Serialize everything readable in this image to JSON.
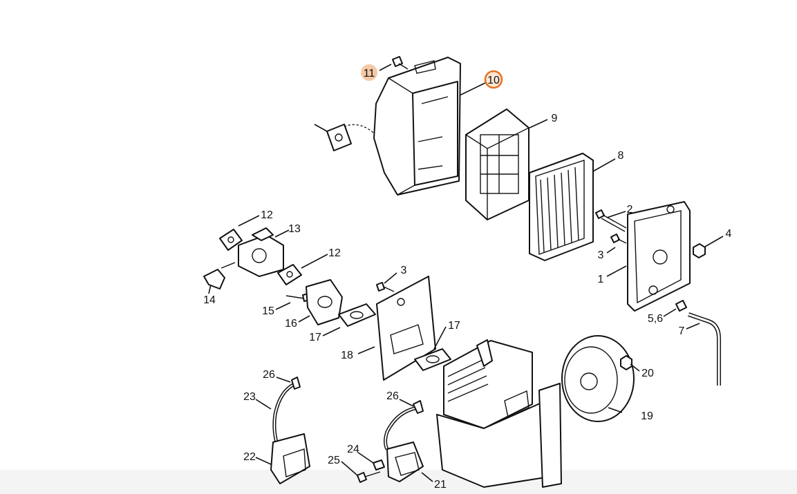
{
  "parts": [
    {
      "key": "p1",
      "label": "1"
    },
    {
      "key": "p2",
      "label": "2"
    },
    {
      "key": "p3a",
      "label": "3"
    },
    {
      "key": "p3b",
      "label": "3"
    },
    {
      "key": "p4",
      "label": "4"
    },
    {
      "key": "p56",
      "label": "5,6"
    },
    {
      "key": "p7",
      "label": "7"
    },
    {
      "key": "p8",
      "label": "8"
    },
    {
      "key": "p9",
      "label": "9"
    },
    {
      "key": "p10",
      "label": "10"
    },
    {
      "key": "p11",
      "label": "11"
    },
    {
      "key": "p12a",
      "label": "12"
    },
    {
      "key": "p12b",
      "label": "12"
    },
    {
      "key": "p13",
      "label": "13"
    },
    {
      "key": "p14",
      "label": "14"
    },
    {
      "key": "p15",
      "label": "15"
    },
    {
      "key": "p16",
      "label": "16"
    },
    {
      "key": "p17a",
      "label": "17"
    },
    {
      "key": "p17b",
      "label": "17"
    },
    {
      "key": "p18",
      "label": "18"
    },
    {
      "key": "p19",
      "label": "19"
    },
    {
      "key": "p20",
      "label": "20"
    },
    {
      "key": "p21",
      "label": "21"
    },
    {
      "key": "p22",
      "label": "22"
    },
    {
      "key": "p23",
      "label": "23"
    },
    {
      "key": "p24",
      "label": "24"
    },
    {
      "key": "p25",
      "label": "25"
    },
    {
      "key": "p26a",
      "label": "26"
    },
    {
      "key": "p26b",
      "label": "26"
    }
  ],
  "highlight": {
    "selected_part": "10",
    "hovered_part": "11",
    "selected_color": "#e8711f",
    "selected_fill": "#fde6d3",
    "hovered_fill": "#f6c9a6"
  }
}
